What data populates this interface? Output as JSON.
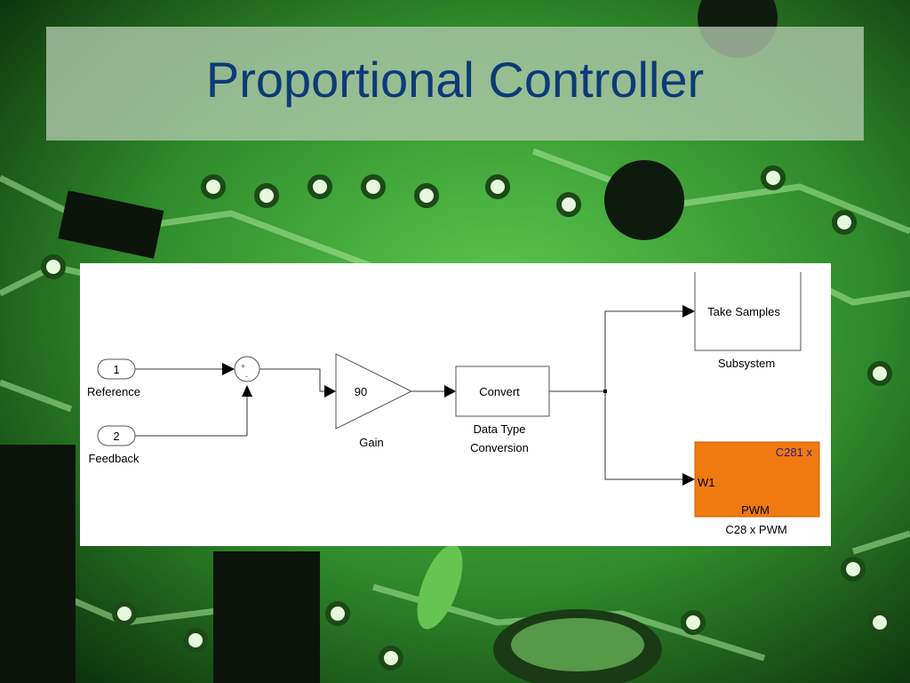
{
  "slide": {
    "title": "Proportional Controller"
  },
  "colors": {
    "title": "#0d3a78",
    "pwm_block": "#f07a10",
    "pwm_chip_label": "#2a1a8a",
    "board_green": "#3fae3a"
  },
  "diagram": {
    "inputs": [
      {
        "port": "1",
        "label": "Reference"
      },
      {
        "port": "2",
        "label": "Feedback"
      }
    ],
    "sum": {
      "signs_top": "+",
      "signs_bottom": "-"
    },
    "gain": {
      "value": "90",
      "caption": "Gain"
    },
    "convert": {
      "label": "Convert",
      "caption_line1": "Data Type",
      "caption_line2": "Conversion"
    },
    "subsystem": {
      "label": "Take Samples",
      "caption": "Subsystem"
    },
    "pwm": {
      "chip": "C281 x",
      "port": "W1",
      "label": "PWM",
      "caption": "C28 x PWM"
    }
  }
}
